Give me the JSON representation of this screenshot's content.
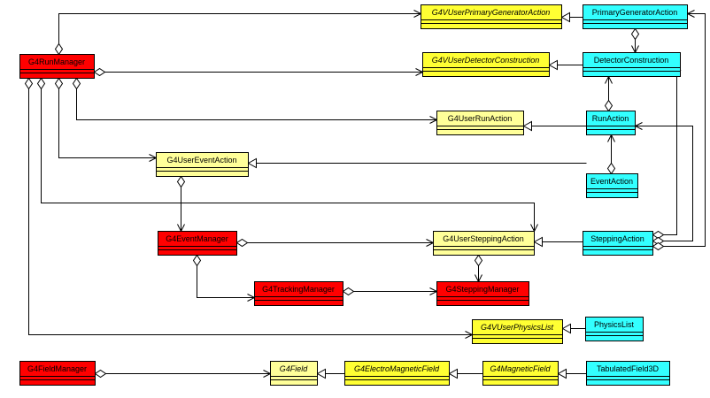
{
  "colors": {
    "manager": "#ff0000",
    "interface": "#ffff33",
    "interface_light": "#ffff99",
    "user": "#33ffff"
  },
  "classes": [
    {
      "id": "runmgr",
      "label": "G4RunManager",
      "kind": "manager",
      "abstract": false
    },
    {
      "id": "primgen_if",
      "label": "G4VUserPrimaryGeneratorAction",
      "kind": "interface",
      "abstract": true
    },
    {
      "id": "primgen",
      "label": "PrimaryGeneratorAction",
      "kind": "user",
      "abstract": false
    },
    {
      "id": "detcon_if",
      "label": "G4VUserDetectorConstruction",
      "kind": "interface",
      "abstract": true
    },
    {
      "id": "detcon",
      "label": "DetectorConstruction",
      "kind": "user",
      "abstract": false
    },
    {
      "id": "runaction_if",
      "label": "G4UserRunAction",
      "kind": "interface_light",
      "abstract": false
    },
    {
      "id": "runaction",
      "label": "RunAction",
      "kind": "user",
      "abstract": false
    },
    {
      "id": "eventaction_if",
      "label": "G4UserEventAction",
      "kind": "interface_light",
      "abstract": false
    },
    {
      "id": "eventaction",
      "label": "EventAction",
      "kind": "user",
      "abstract": false
    },
    {
      "id": "eventmgr",
      "label": "G4EventManager",
      "kind": "manager",
      "abstract": false
    },
    {
      "id": "stepaction_if",
      "label": "G4UserSteppingAction",
      "kind": "interface_light",
      "abstract": false
    },
    {
      "id": "stepaction",
      "label": "SteppingAction",
      "kind": "user",
      "abstract": false
    },
    {
      "id": "trackmgr",
      "label": "G4TrackingManager",
      "kind": "manager",
      "abstract": false
    },
    {
      "id": "stepmgr",
      "label": "G4SteppingManager",
      "kind": "manager",
      "abstract": false
    },
    {
      "id": "physlist_if",
      "label": "G4VUserPhysicsList",
      "kind": "interface",
      "abstract": true
    },
    {
      "id": "physlist",
      "label": "PhysicsList",
      "kind": "user",
      "abstract": false
    },
    {
      "id": "fieldmgr",
      "label": "G4FieldManager",
      "kind": "manager",
      "abstract": false
    },
    {
      "id": "field",
      "label": "G4Field",
      "kind": "interface_light",
      "abstract": true
    },
    {
      "id": "emfield",
      "label": "G4ElectroMagneticField",
      "kind": "interface",
      "abstract": true
    },
    {
      "id": "magfield",
      "label": "G4MagneticField",
      "kind": "interface",
      "abstract": true
    },
    {
      "id": "tabfield",
      "label": "TabulatedField3D",
      "kind": "user",
      "abstract": false
    }
  ],
  "relations": [
    {
      "type": "association",
      "from": "runmgr",
      "to": "primgen_if"
    },
    {
      "type": "association",
      "from": "runmgr",
      "to": "detcon_if"
    },
    {
      "type": "association",
      "from": "runmgr",
      "to": "runaction_if"
    },
    {
      "type": "association",
      "from": "runmgr",
      "to": "eventaction_if"
    },
    {
      "type": "association",
      "from": "runmgr",
      "to": "stepaction_if"
    },
    {
      "type": "association",
      "from": "runmgr",
      "to": "physlist_if"
    },
    {
      "type": "generalization",
      "from": "primgen",
      "to": "primgen_if"
    },
    {
      "type": "association",
      "from": "primgen",
      "to": "detcon"
    },
    {
      "type": "generalization",
      "from": "detcon",
      "to": "detcon_if"
    },
    {
      "type": "generalization",
      "from": "runaction",
      "to": "runaction_if"
    },
    {
      "type": "association",
      "from": "runaction",
      "to": "detcon"
    },
    {
      "type": "association",
      "from": "eventaction",
      "to": "runaction"
    },
    {
      "type": "generalization",
      "from": "eventaction",
      "to": "eventaction_if"
    },
    {
      "type": "association",
      "from": "eventaction_if",
      "to": "eventmgr"
    },
    {
      "type": "association",
      "from": "eventmgr",
      "to": "stepaction_if"
    },
    {
      "type": "association",
      "from": "eventmgr",
      "to": "trackmgr"
    },
    {
      "type": "association",
      "from": "trackmgr",
      "to": "stepmgr"
    },
    {
      "type": "association",
      "from": "stepaction_if",
      "to": "stepmgr"
    },
    {
      "type": "generalization",
      "from": "stepaction",
      "to": "stepaction_if"
    },
    {
      "type": "association",
      "from": "stepaction",
      "to": "detcon"
    },
    {
      "type": "association",
      "from": "stepaction",
      "to": "runaction"
    },
    {
      "type": "association",
      "from": "stepaction",
      "to": "eventaction"
    },
    {
      "type": "generalization",
      "from": "physlist",
      "to": "physlist_if"
    },
    {
      "type": "association",
      "from": "fieldmgr",
      "to": "field"
    },
    {
      "type": "generalization",
      "from": "emfield",
      "to": "field"
    },
    {
      "type": "generalization",
      "from": "magfield",
      "to": "emfield"
    },
    {
      "type": "generalization",
      "from": "tabfield",
      "to": "magfield"
    }
  ]
}
